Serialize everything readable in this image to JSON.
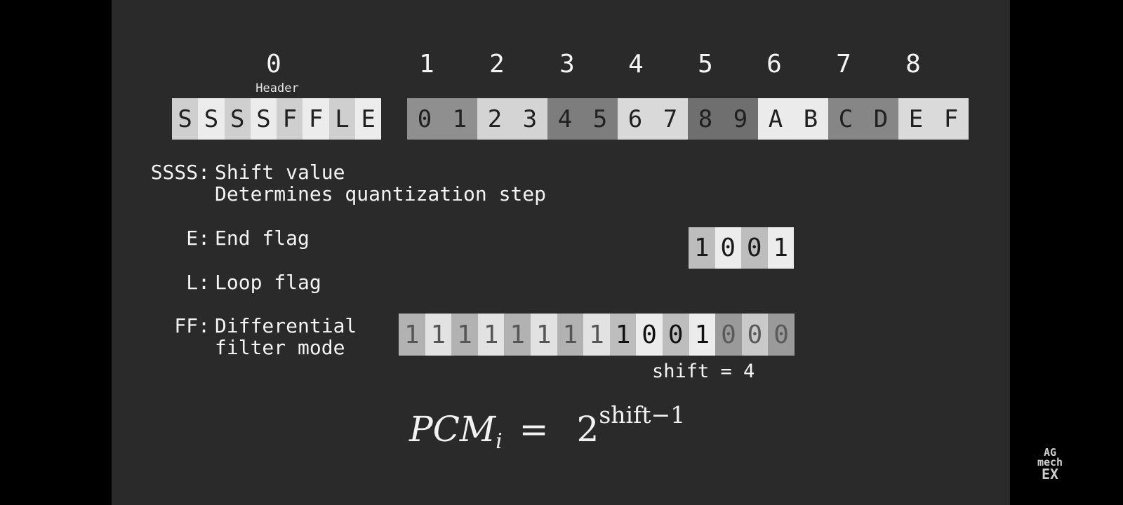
{
  "byte_indices": [
    "0",
    "1",
    "2",
    "3",
    "4",
    "5",
    "6",
    "7",
    "8"
  ],
  "header_label": "Header",
  "header_cells": [
    {
      "char": "S",
      "bg": "#cfcfcf"
    },
    {
      "char": "S",
      "bg": "#ececec"
    },
    {
      "char": "S",
      "bg": "#cfcfcf"
    },
    {
      "char": "S",
      "bg": "#ececec"
    },
    {
      "char": "F",
      "bg": "#cfcfcf"
    },
    {
      "char": "F",
      "bg": "#ececec"
    },
    {
      "char": "L",
      "bg": "#cfcfcf"
    },
    {
      "char": "E",
      "bg": "#ececec"
    }
  ],
  "data_cells": [
    {
      "char": "0",
      "bg": "#8f8f8f"
    },
    {
      "char": "1",
      "bg": "#8f8f8f"
    },
    {
      "char": "2",
      "bg": "#d4d4d4"
    },
    {
      "char": "3",
      "bg": "#d4d4d4"
    },
    {
      "char": "4",
      "bg": "#7d7d7d"
    },
    {
      "char": "5",
      "bg": "#7d7d7d"
    },
    {
      "char": "6",
      "bg": "#d9d9d9"
    },
    {
      "char": "7",
      "bg": "#d9d9d9"
    },
    {
      "char": "8",
      "bg": "#6f6f6f"
    },
    {
      "char": "9",
      "bg": "#6f6f6f"
    },
    {
      "char": "A",
      "bg": "#ebebeb"
    },
    {
      "char": "B",
      "bg": "#ebebeb"
    },
    {
      "char": "C",
      "bg": "#868686"
    },
    {
      "char": "D",
      "bg": "#868686"
    },
    {
      "char": "E",
      "bg": "#dadada"
    },
    {
      "char": "F",
      "bg": "#dadada"
    }
  ],
  "legend": [
    {
      "key": "SSSS:",
      "text": "Shift value\nDetermines quantization step"
    },
    {
      "key": "E:",
      "text": "End flag"
    },
    {
      "key": "L:",
      "text": "Loop flag"
    },
    {
      "key": "FF:",
      "text": "Differential\nfilter mode"
    }
  ],
  "nibble_bits": [
    {
      "char": "1",
      "bg": "#bdbdbd",
      "fg": "#1a1a1a"
    },
    {
      "char": "0",
      "bg": "#ececec",
      "fg": "#1a1a1a"
    },
    {
      "char": "0",
      "bg": "#bdbdbd",
      "fg": "#1a1a1a"
    },
    {
      "char": "1",
      "bg": "#ececec",
      "fg": "#1a1a1a"
    }
  ],
  "shifted_bits": [
    {
      "char": "1",
      "bg": "#b2b2b2",
      "fg": "#555555"
    },
    {
      "char": "1",
      "bg": "#e2e2e2",
      "fg": "#555555"
    },
    {
      "char": "1",
      "bg": "#b2b2b2",
      "fg": "#555555"
    },
    {
      "char": "1",
      "bg": "#e2e2e2",
      "fg": "#555555"
    },
    {
      "char": "1",
      "bg": "#b2b2b2",
      "fg": "#555555"
    },
    {
      "char": "1",
      "bg": "#e2e2e2",
      "fg": "#555555"
    },
    {
      "char": "1",
      "bg": "#b2b2b2",
      "fg": "#555555"
    },
    {
      "char": "1",
      "bg": "#e2e2e2",
      "fg": "#555555"
    },
    {
      "char": "1",
      "bg": "#bdbdbd",
      "fg": "#111111"
    },
    {
      "char": "0",
      "bg": "#ececec",
      "fg": "#111111"
    },
    {
      "char": "0",
      "bg": "#bdbdbd",
      "fg": "#111111"
    },
    {
      "char": "1",
      "bg": "#ececec",
      "fg": "#111111"
    },
    {
      "char": "0",
      "bg": "#9a9a9a",
      "fg": "#5a5a5a"
    },
    {
      "char": "0",
      "bg": "#c9c9c9",
      "fg": "#5a5a5a"
    },
    {
      "char": "0",
      "bg": "#9a9a9a",
      "fg": "#5a5a5a"
    }
  ],
  "shift_note": "shift = 4",
  "formula": {
    "lhs": "PCM",
    "sub": "i",
    "eq": "=",
    "base": "2",
    "exp": "shift−1"
  },
  "watermark": {
    "line1": "AG",
    "line2": "mech",
    "line3": "EX"
  },
  "colors": {
    "background": "#2a2a2a",
    "letterbox": "#000000",
    "text": "#f4f4f4"
  }
}
